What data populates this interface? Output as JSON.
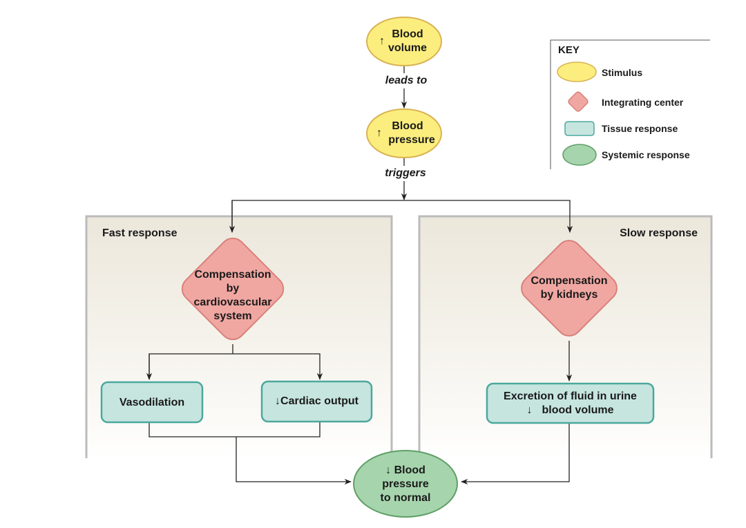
{
  "colors": {
    "stimulus": "#fbee7e",
    "integrating_center": "#f0a7a2",
    "tissue_response": "#c6e5de",
    "systemic_response": "#a6d4ad"
  },
  "nodes": {
    "blood_volume": {
      "arrow": "↑",
      "line1": "Blood",
      "line2": "volume"
    },
    "leads_to": "leads to",
    "blood_pressure": {
      "arrow": "↑",
      "line1": "Blood",
      "line2": "pressure"
    },
    "triggers": "triggers",
    "comp_cardio": {
      "line1": "Compensation",
      "line2": "by",
      "line3": "cardiovascular",
      "line4": "system"
    },
    "comp_kidneys": {
      "line1": "Compensation",
      "line2": "by kidneys"
    },
    "vasodilation": "Vasodilation",
    "cardiac_output": {
      "arrow": "↓",
      "text": "Cardiac output"
    },
    "excretion": {
      "line1": "Excretion of fluid in urine",
      "arrow": "↓",
      "line2": "blood volume"
    },
    "bp_normal": {
      "arrow": "↓",
      "line1": "Blood",
      "line2": "pressure",
      "line3": "to normal"
    }
  },
  "panels": {
    "fast": "Fast response",
    "slow": "Slow response"
  },
  "key": {
    "title": "KEY",
    "items": [
      "Stimulus",
      "Integrating center",
      "Tissue response",
      "Systemic response"
    ]
  }
}
